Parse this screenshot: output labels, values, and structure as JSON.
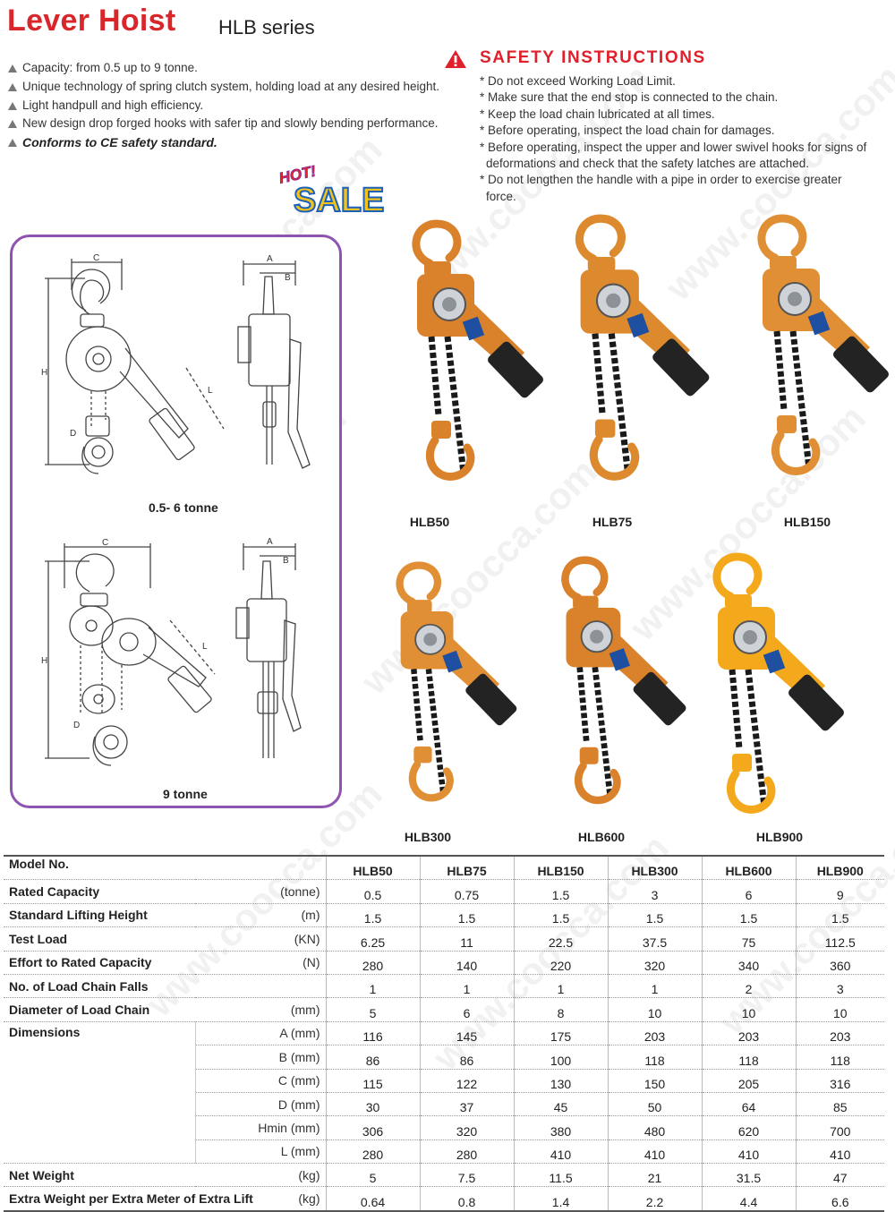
{
  "header": {
    "title": "Lever Hoist",
    "series": "HLB series"
  },
  "features": [
    "Capacity: from 0.5 up to 9 tonne.",
    "Unique technology of spring clutch system, holding load at any desired height.",
    "Light handpull and high efficiency.",
    "New design drop forged hooks with safer tip and slowly bending performance.",
    "Conforms to CE safety standard."
  ],
  "safety": {
    "title": "SAFETY INSTRUCTIONS",
    "items": [
      "* Do not exceed Working Load Limit.",
      "* Make sure that the end stop is connected to the chain.",
      "* Keep the load chain lubricated at all times.",
      "* Before operating, inspect the load chain for damages.",
      "* Before operating, inspect the upper and lower swivel hooks for signs of deformations and check that the safety latches are attached.",
      "* Do not lengthen the handle with a pipe in order to exercise greater force."
    ]
  },
  "badge": {
    "hot": "HOT!",
    "sale": "SALE"
  },
  "watermark": "www.coocca.com",
  "diagrams": {
    "top": {
      "caption": "0.5- 6 tonne",
      "dims": [
        "C",
        "H",
        "D",
        "L",
        "A",
        "B"
      ]
    },
    "bottom": {
      "caption": "9 tonne",
      "dims": [
        "C",
        "H",
        "D",
        "L",
        "A",
        "B"
      ]
    }
  },
  "products": [
    {
      "model": "HLB50",
      "color": "#d9822b"
    },
    {
      "model": "HLB75",
      "color": "#dd8a2e"
    },
    {
      "model": "HLB150",
      "color": "#e08f35"
    },
    {
      "model": "HLB300",
      "color": "#e08f35"
    },
    {
      "model": "HLB600",
      "color": "#d9822b"
    },
    {
      "model": "HLB900",
      "color": "#f4a91c"
    }
  ],
  "table": {
    "header_label": "Model No.",
    "models": [
      "HLB50",
      "HLB75",
      "HLB150",
      "HLB300",
      "HLB600",
      "HLB900"
    ],
    "rows": [
      {
        "label": "Rated Capacity",
        "unit": "(tonne)",
        "values": [
          "0.5",
          "0.75",
          "1.5",
          "3",
          "6",
          "9"
        ]
      },
      {
        "label": "Standard Lifting Height",
        "unit": "(m)",
        "values": [
          "1.5",
          "1.5",
          "1.5",
          "1.5",
          "1.5",
          "1.5"
        ]
      },
      {
        "label": "Test Load",
        "unit": "(KN)",
        "values": [
          "6.25",
          "11",
          "22.5",
          "37.5",
          "75",
          "112.5"
        ]
      },
      {
        "label": "Effort to Rated Capacity",
        "unit": "(N)",
        "values": [
          "280",
          "140",
          "220",
          "320",
          "340",
          "360"
        ]
      },
      {
        "label": "No. of Load Chain Falls",
        "unit": "",
        "values": [
          "1",
          "1",
          "1",
          "1",
          "2",
          "3"
        ]
      },
      {
        "label": "Diameter of Load Chain",
        "unit": "(mm)",
        "values": [
          "5",
          "6",
          "8",
          "10",
          "10",
          "10"
        ]
      }
    ],
    "dimensions_label": "Dimensions",
    "dimensions": [
      {
        "unit": "A (mm)",
        "values": [
          "116",
          "145",
          "175",
          "203",
          "203",
          "203"
        ]
      },
      {
        "unit": "B (mm)",
        "values": [
          "86",
          "86",
          "100",
          "118",
          "118",
          "118"
        ]
      },
      {
        "unit": "C (mm)",
        "values": [
          "115",
          "122",
          "130",
          "150",
          "205",
          "316"
        ]
      },
      {
        "unit": "D (mm)",
        "values": [
          "30",
          "37",
          "45",
          "50",
          "64",
          "85"
        ]
      },
      {
        "unit": "Hmin (mm)",
        "values": [
          "306",
          "320",
          "380",
          "480",
          "620",
          "700"
        ]
      },
      {
        "unit": "L (mm)",
        "values": [
          "280",
          "280",
          "410",
          "410",
          "410",
          "410"
        ]
      }
    ],
    "footer_rows": [
      {
        "label": "Net Weight",
        "unit": "(kg)",
        "values": [
          "5",
          "7.5",
          "11.5",
          "21",
          "31.5",
          "47"
        ]
      },
      {
        "label": "Extra Weight per Extra Meter of Extra Lift",
        "unit": "(kg)",
        "values": [
          "0.64",
          "0.8",
          "1.4",
          "2.2",
          "4.4",
          "6.6"
        ]
      }
    ]
  }
}
